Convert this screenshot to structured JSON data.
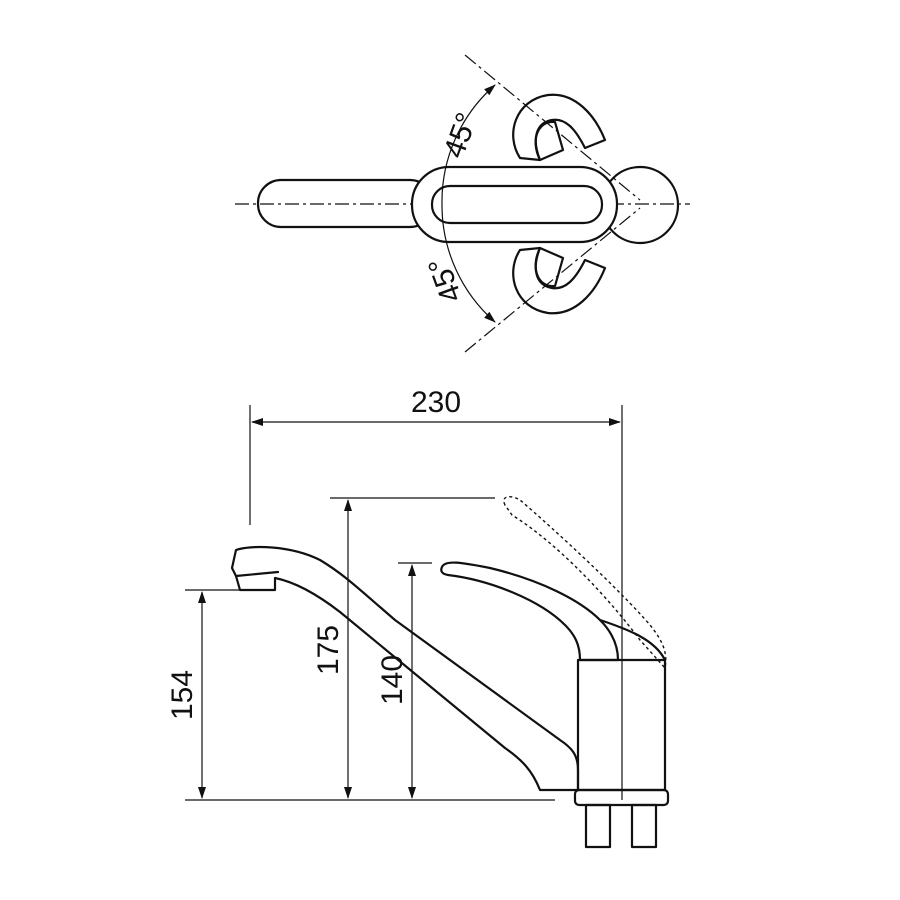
{
  "top_view": {
    "angle_upper": "45°",
    "angle_lower": "45°"
  },
  "side_view": {
    "width_dimension": "230",
    "height_total": "175",
    "height_lever": "140",
    "height_spout": "154"
  },
  "colors": {
    "line": "#111111",
    "background": "#ffffff"
  }
}
